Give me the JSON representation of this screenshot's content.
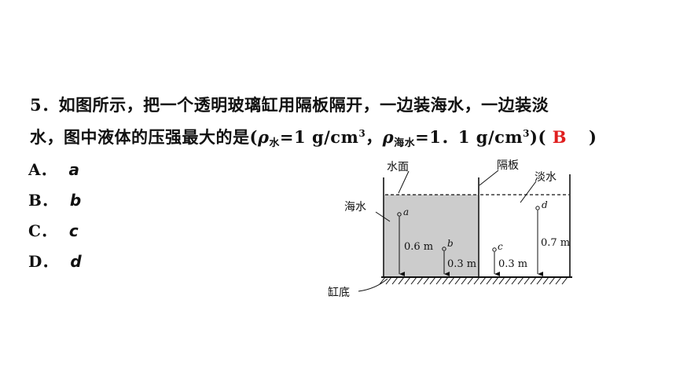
{
  "question": {
    "number": "5",
    "line1": "．如图所示，把一个透明玻璃缸用隔板隔开，一边装海水，一边装淡",
    "line2_prefix": "水，图中液体的压强最大的是(",
    "rho": "ρ",
    "rho_water_sub": "水",
    "rho_water_val": "=1 g/cm",
    "rho_sea_sub": "海水",
    "rho_sea_val": "=1．1 g/cm",
    "cube": "3",
    "sep": "，",
    "close_paren": ")",
    "paren_open": "(",
    "answer": "B",
    "end_paren": ")"
  },
  "options": [
    {
      "letter": "A．",
      "value": "a"
    },
    {
      "letter": "B．",
      "value": "b"
    },
    {
      "letter": "C．",
      "value": "c"
    },
    {
      "letter": "D．",
      "value": "d"
    }
  ],
  "figure": {
    "label_water_surface": "水面",
    "label_partition": "隔板",
    "label_fresh_water": "淡水",
    "label_sea_water": "海水",
    "label_bottom": "缸底",
    "point_a": "a",
    "point_b": "b",
    "point_c": "c",
    "point_d": "d",
    "depth_a": "0.6 m",
    "depth_b": "0.3 m",
    "depth_c": "0.3 m",
    "depth_d": "0.7 m"
  },
  "colors": {
    "answer": "#e01e1e",
    "sea_water_fill": "#cccccc"
  }
}
